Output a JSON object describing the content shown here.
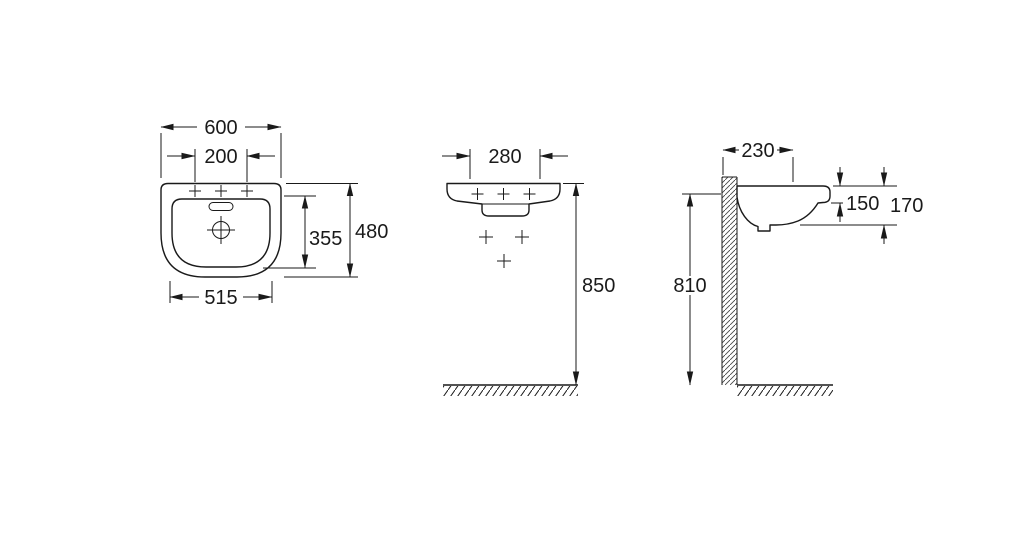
{
  "colors": {
    "line": "#1a1a1a",
    "background": "#ffffff"
  },
  "views": {
    "plan": {
      "dims": {
        "overall_width": "600",
        "tap_hole_centers": "200",
        "overall_depth": "480",
        "bowl_depth": "355",
        "base_width": "515"
      }
    },
    "front": {
      "dims": {
        "fixing_centers": "280",
        "rim_height_from_floor": "850"
      }
    },
    "side": {
      "dims": {
        "wall_projection": "230",
        "front_rim_height": "150",
        "front_total_height": "170",
        "underside_height_from_floor": "810"
      }
    }
  }
}
